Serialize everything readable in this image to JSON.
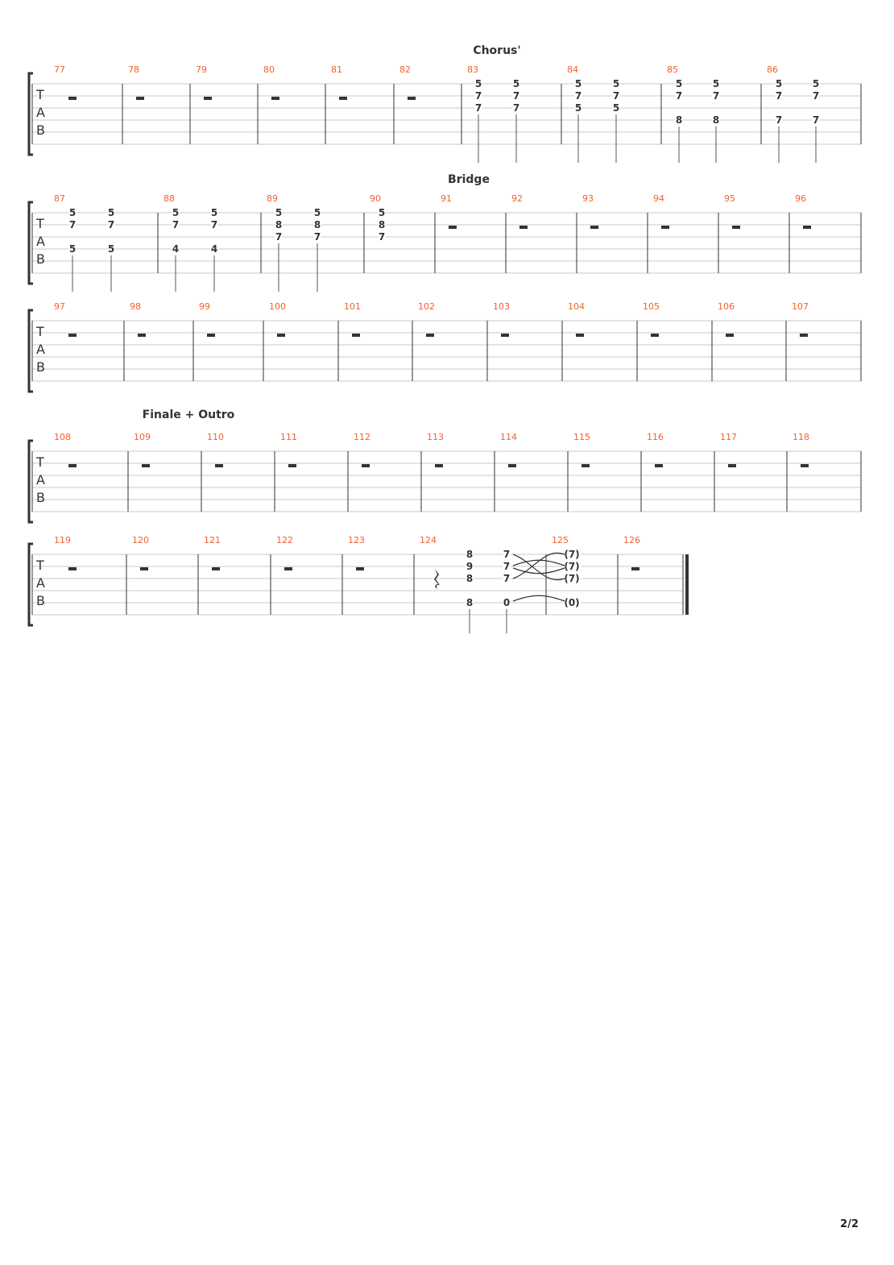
{
  "page_number": "2/2",
  "clef_letters": [
    "T",
    "A",
    "B"
  ],
  "systems": [
    {
      "section": "Chorus'",
      "measures": [
        {
          "number": "77",
          "rest": true
        },
        {
          "number": "78",
          "rest": true
        },
        {
          "number": "79",
          "rest": true
        },
        {
          "number": "80",
          "rest": true
        },
        {
          "number": "81",
          "rest": true
        },
        {
          "number": "82",
          "rest": true
        },
        {
          "number": "83",
          "beats": [
            {
              "frets": [
                "5",
                "7",
                "7",
                null,
                null,
                null
              ]
            },
            {
              "frets": [
                "5",
                "7",
                "7",
                null,
                null,
                null
              ]
            }
          ]
        },
        {
          "number": "84",
          "beats": [
            {
              "frets": [
                "5",
                "7",
                "5",
                null,
                null,
                null
              ]
            },
            {
              "frets": [
                "5",
                "7",
                "5",
                null,
                null,
                null
              ]
            }
          ]
        },
        {
          "number": "85",
          "beats": [
            {
              "frets": [
                "5",
                "7",
                null,
                "8",
                null,
                null
              ]
            },
            {
              "frets": [
                "5",
                "7",
                null,
                "8",
                null,
                null
              ]
            }
          ]
        },
        {
          "number": "86",
          "beats": [
            {
              "frets": [
                "5",
                "7",
                null,
                "7",
                null,
                null
              ]
            },
            {
              "frets": [
                "5",
                "7",
                null,
                "7",
                null,
                null
              ]
            }
          ]
        }
      ]
    },
    {
      "section": "Bridge",
      "measures": [
        {
          "number": "87",
          "beats": [
            {
              "frets": [
                "5",
                "7",
                null,
                "5",
                null,
                null
              ]
            },
            {
              "frets": [
                "5",
                "7",
                null,
                "5",
                null,
                null
              ]
            }
          ]
        },
        {
          "number": "88",
          "beats": [
            {
              "frets": [
                "5",
                "7",
                null,
                "4",
                null,
                null
              ]
            },
            {
              "frets": [
                "5",
                "7",
                null,
                "4",
                null,
                null
              ]
            }
          ]
        },
        {
          "number": "89",
          "beats": [
            {
              "frets": [
                "5",
                "8",
                "7",
                null,
                null,
                null
              ]
            },
            {
              "frets": [
                "5",
                "8",
                "7",
                null,
                null,
                null
              ]
            }
          ]
        },
        {
          "number": "90",
          "beats": [
            {
              "frets": [
                "5",
                "8",
                "7",
                null,
                null,
                null
              ],
              "nostem": true
            }
          ]
        },
        {
          "number": "91",
          "rest": true
        },
        {
          "number": "92",
          "rest": true
        },
        {
          "number": "93",
          "rest": true
        },
        {
          "number": "94",
          "rest": true
        },
        {
          "number": "95",
          "rest": true
        },
        {
          "number": "96",
          "rest": true
        }
      ]
    },
    {
      "section": null,
      "measures": [
        {
          "number": "97",
          "rest": true
        },
        {
          "number": "98",
          "rest": true
        },
        {
          "number": "99",
          "rest": true
        },
        {
          "number": "100",
          "rest": true
        },
        {
          "number": "101",
          "rest": true
        },
        {
          "number": "102",
          "rest": true
        },
        {
          "number": "103",
          "rest": true
        },
        {
          "number": "104",
          "rest": true
        },
        {
          "number": "105",
          "rest": true
        },
        {
          "number": "106",
          "rest": true
        },
        {
          "number": "107",
          "rest": true
        }
      ]
    },
    {
      "section": "Finale + Outro",
      "measures": [
        {
          "number": "108",
          "rest": true
        },
        {
          "number": "109",
          "rest": true
        },
        {
          "number": "110",
          "rest": true
        },
        {
          "number": "111",
          "rest": true
        },
        {
          "number": "112",
          "rest": true
        },
        {
          "number": "113",
          "rest": true
        },
        {
          "number": "114",
          "rest": true
        },
        {
          "number": "115",
          "rest": true
        },
        {
          "number": "116",
          "rest": true
        },
        {
          "number": "117",
          "rest": true
        },
        {
          "number": "118",
          "rest": true
        }
      ]
    },
    {
      "section": null,
      "measures": [
        {
          "number": "119",
          "rest": true
        },
        {
          "number": "120",
          "rest": true
        },
        {
          "number": "121",
          "rest": true
        },
        {
          "number": "122",
          "rest": true
        },
        {
          "number": "123",
          "rest": true
        },
        {
          "number": "124",
          "quarter_rest": true,
          "beats": [
            {
              "frets": [
                "8",
                "9",
                "8",
                null,
                "8",
                null
              ]
            },
            {
              "frets": [
                "7",
                "7",
                "7",
                null,
                "0",
                null
              ]
            }
          ]
        },
        {
          "number": "125",
          "beats": [
            {
              "frets": [
                "(7)",
                "(7)",
                "(7)",
                null,
                "(0)",
                null
              ],
              "nostem": true
            }
          ]
        },
        {
          "number": "126",
          "rest": true
        }
      ]
    }
  ]
}
